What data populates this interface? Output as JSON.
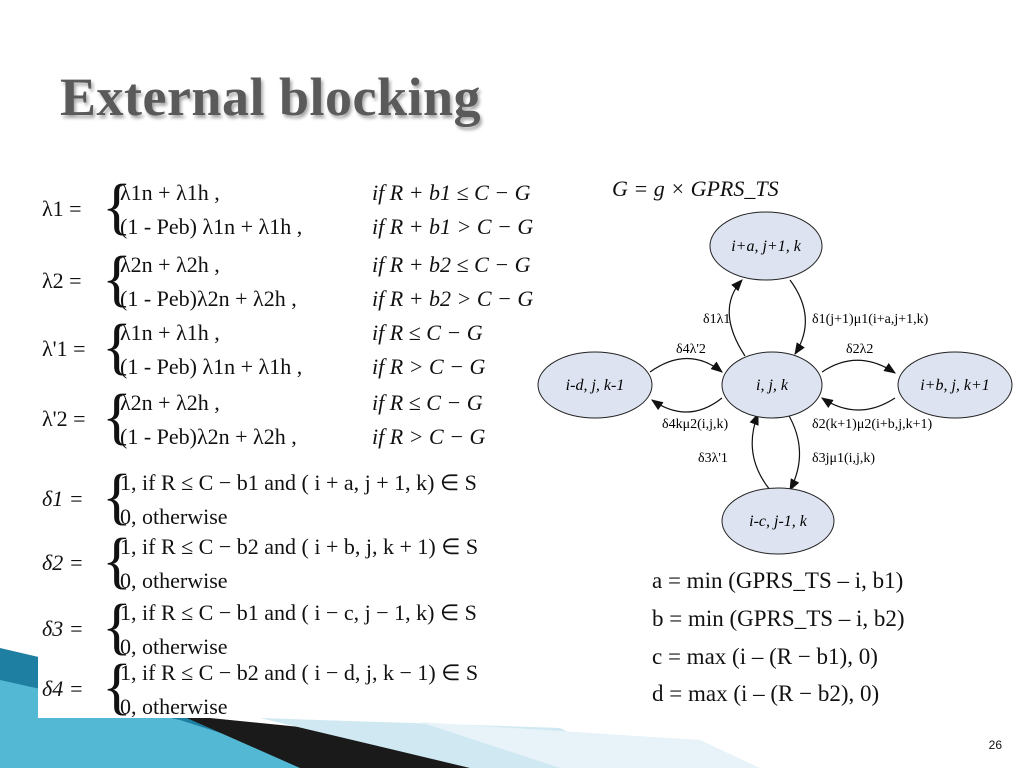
{
  "title": "External blocking",
  "g_formula": "G = g × GPRS_TS",
  "equations": [
    {
      "lhs": "λ1 =",
      "case1": "λ1n + λ1h ,",
      "cond1": "if R + b1 ≤ C − G",
      "case2": "(1 - Peb) λ1n + λ1h ,",
      "cond2": "if R + b1 > C − G"
    },
    {
      "lhs": "λ2 =",
      "case1": "λ2n + λ2h ,",
      "cond1": "if R + b2 ≤ C − G",
      "case2": "(1 - Peb)λ2n + λ2h ,",
      "cond2": "if R + b2 > C − G"
    },
    {
      "lhs": "λ'1 =",
      "case1": "λ1n + λ1h ,",
      "cond1": "if R ≤ C − G",
      "case2": "(1 - Peb) λ1n + λ1h ,",
      "cond2": "if R > C − G"
    },
    {
      "lhs": "λ'2 =",
      "case1": "λ2n + λ2h ,",
      "cond1": "if R ≤ C − G",
      "case2": "(1 - Peb)λ2n + λ2h ,",
      "cond2": "if R > C − G"
    }
  ],
  "deltas": [
    {
      "lhs": "δ1 =",
      "case1": "1, if R ≤ C − b1 and ( i + a, j + 1, k) ∈ S",
      "case2": "0, otherwise"
    },
    {
      "lhs": "δ2 =",
      "case1": "1, if R ≤ C − b2 and ( i + b, j, k + 1) ∈ S",
      "case2": "0, otherwise"
    },
    {
      "lhs": "δ3 =",
      "case1": "1, if R ≤ C − b1 and ( i − c, j − 1, k) ∈ S",
      "case2": "0, otherwise"
    },
    {
      "lhs": "δ4 =",
      "case1": "1, if R ≤ C − b2 and ( i − d, j, k − 1) ∈ S",
      "case2": "0, otherwise"
    }
  ],
  "diagram": {
    "nodes": {
      "center": "i, j, k",
      "top": "i+a, j+1, k",
      "right": "i+b, j, k+1",
      "left": "i-d, j, k-1",
      "bottom": "i-c, j-1, k"
    },
    "edges": {
      "to_top": "δ1λ1",
      "from_top": "δ1(j+1)μ1(i+a,j+1,k)",
      "to_right": "δ2λ2",
      "from_right": "δ2(k+1)μ2(i+b,j,k+1)",
      "to_left": "δ4λ'2",
      "from_left": "δ4kμ2(i,j,k)",
      "to_bottom": "δ3λ'1",
      "from_bottom": "δ3jμ1(i,j,k)"
    },
    "node_fill": "#dde3f0"
  },
  "definitions": [
    "a = min (GPRS_TS – i, b1)",
    "b = min (GPRS_TS – i, b2)",
    "c = max (i – (R − b1), 0)",
    "d = max (i – (R − b2), 0)"
  ],
  "page_number": "26"
}
